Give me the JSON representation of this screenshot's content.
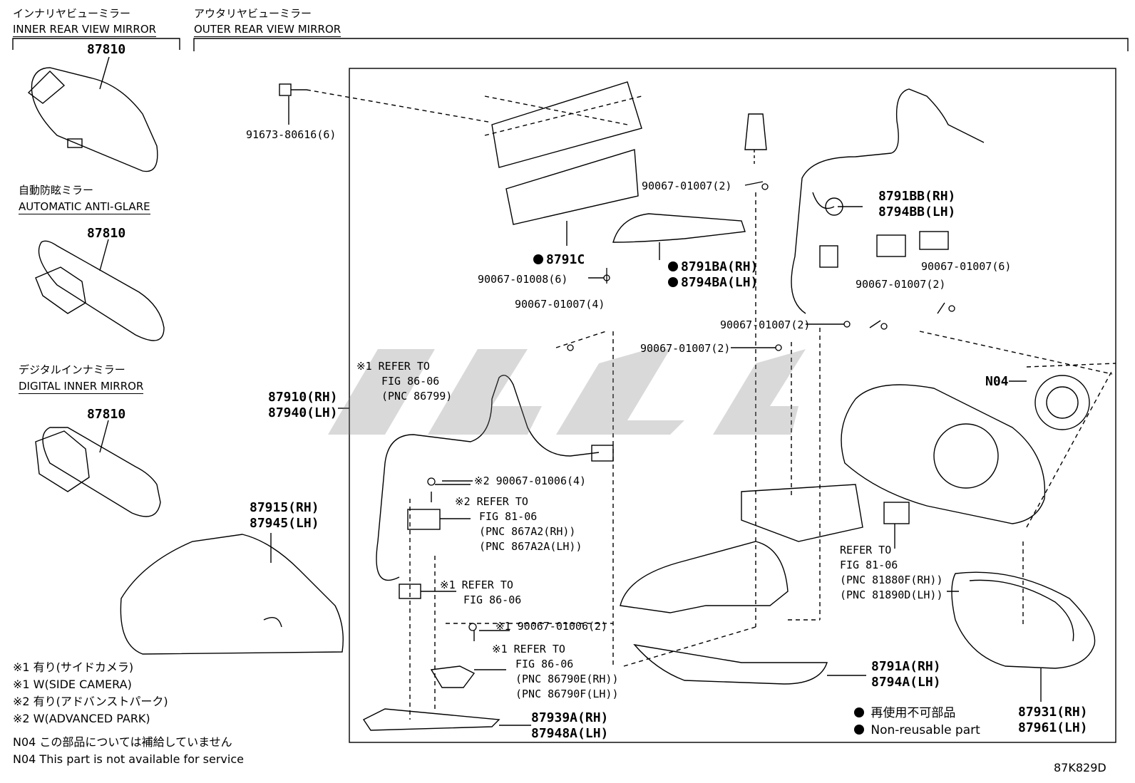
{
  "header": {
    "inner_jp": "インナリヤビューミラー",
    "inner_en": "INNER REAR VIEW MIRROR",
    "outer_jp": "アウタリヤビューミラー",
    "outer_en": "OUTER REAR VIEW MIRROR"
  },
  "inner": {
    "part1": "87810",
    "auto_jp": "自動防眩ミラー",
    "auto_en": "AUTOMATIC ANTI-GLARE",
    "part2": "87810",
    "digital_jp": "デジタルインナミラー",
    "digital_en": "DIGITAL INNER MIRROR",
    "part3": "87810"
  },
  "parts": {
    "bolt_top": "91673-80616(6)",
    "p8791C": "8791C",
    "screw_01008": "90067-01008(6)",
    "screw_01007_4": "90067-01007(4)",
    "screw_top_mid": "90067-01007(2)",
    "p8791BA": "8791BA(RH)",
    "p8794BA": "8794BA(LH)",
    "p8791BB": "8791BB(RH)",
    "p8794BB": "8794BB(LH)",
    "screw_r1": "90067-01007(6)",
    "screw_r2": "90067-01007(2)",
    "screw_r3": "90067-01007(2)",
    "screw_r4": "90067-01007(2)",
    "n04": "N04",
    "assy_rh": "87910(RH)",
    "assy_lh": "87940(LH)",
    "cover_rh": "87915(RH)",
    "cover_lh": "87945(LH)",
    "cam_ref1": "※1 REFER TO",
    "cam_ref2": "FIG 86-06",
    "cam_ref3": "(PNC 86799)",
    "adv_screw": "※2 90067-01006(4)",
    "adv_ref1": "※2 REFER TO",
    "adv_ref2": "FIG 81-06",
    "adv_ref3": "(PNC 867A2(RH))",
    "adv_ref4": "(PNC 867A2A(LH))",
    "cam2_ref1": "※1 REFER TO",
    "cam2_ref2": "FIG 86-06",
    "cam_screw": "※1 90067-01006(2)",
    "cam3_ref1": "※1 REFER TO",
    "cam3_ref2": "FIG 86-06",
    "cam3_ref3": "(PNC 86790E(RH))",
    "cam3_ref4": "(PNC 86790F(LH))",
    "p87939A": "87939A(RH)",
    "p87948A": "87948A(LH)",
    "lamp_ref1": "REFER TO",
    "lamp_ref2": "FIG 81-06",
    "lamp_ref3": "(PNC 81880F(RH))",
    "lamp_ref4": "(PNC 81890D(LH))",
    "p8791A": "8791A(RH)",
    "p8794A": "8794A(LH)",
    "p87931": "87931(RH)",
    "p87961": "87961(LH)"
  },
  "legend": {
    "nonreuse_jp": "再使用不可部品",
    "nonreuse_en": "Non-reusable part"
  },
  "notes": [
    "※1 有り(サイドカメラ)",
    "※1 W(SIDE CAMERA)",
    "※2 有り(アドバンストパーク)",
    "※2 W(ADVANCED PARK)",
    "N04 この部品については補給していません",
    "N04 This part is not available for service"
  ],
  "diagram_code": "87K829D",
  "watermark_color": "#7a7a7a"
}
